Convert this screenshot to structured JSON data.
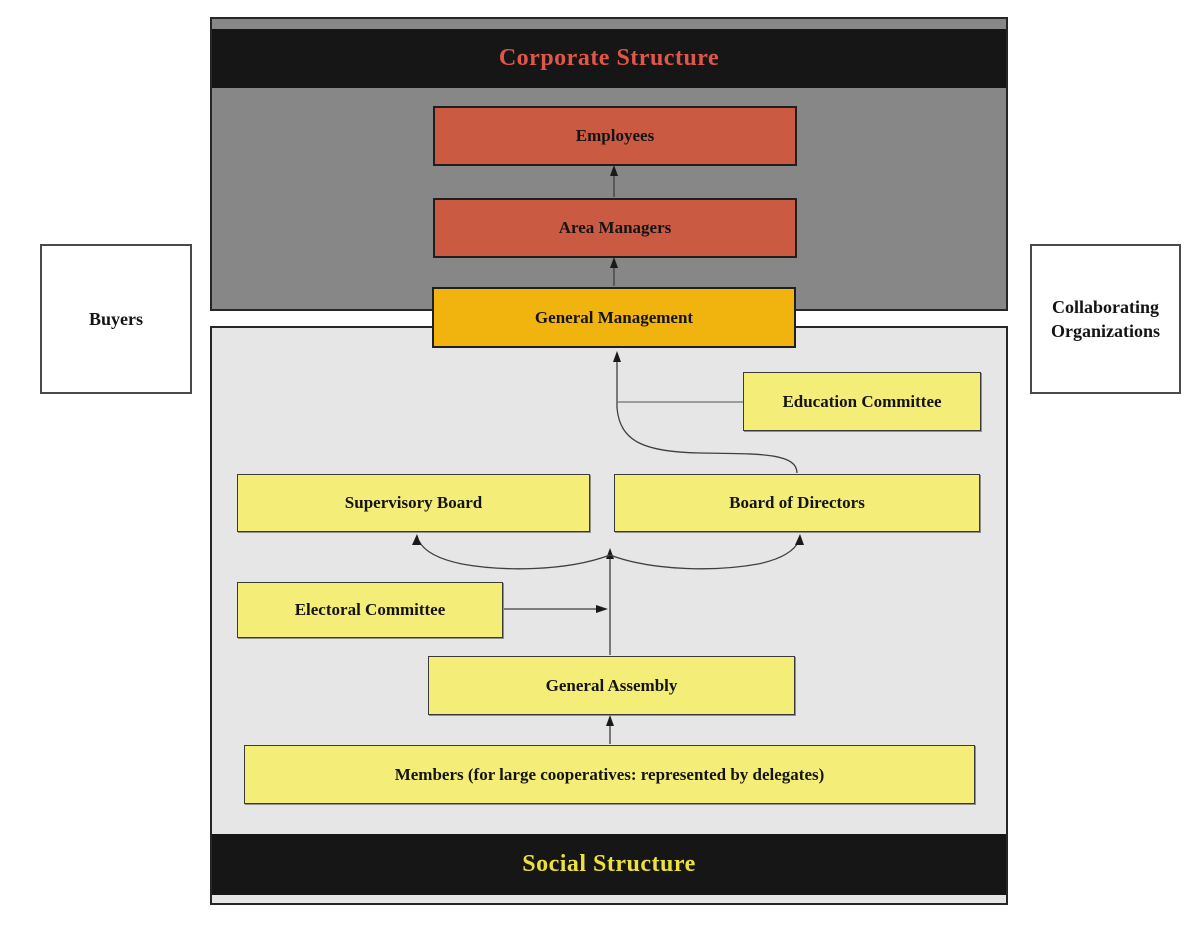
{
  "panels": {
    "corporate": {
      "title": "Corporate Structure",
      "title_color": "#e0564a",
      "background": "#878787",
      "banner_background": "#161616"
    },
    "social": {
      "title": "Social Structure",
      "title_color": "#ece13a",
      "background": "#e6e6e6",
      "banner_background": "#161616"
    }
  },
  "nodes": {
    "employees": {
      "label": "Employees",
      "fill": "#cb5a43"
    },
    "area_managers": {
      "label": "Area Managers",
      "fill": "#cb5a43"
    },
    "general_management": {
      "label": "General Management",
      "fill": "#f1b30d"
    },
    "education_committee": {
      "label": "Education Committee",
      "fill": "#f4ee78"
    },
    "supervisory_board": {
      "label": "Supervisory Board",
      "fill": "#f4ee78"
    },
    "board_of_directors": {
      "label": "Board of Directors",
      "fill": "#f4ee78"
    },
    "electoral_committee": {
      "label": "Electoral Committee",
      "fill": "#f4ee78"
    },
    "general_assembly": {
      "label": "General Assembly",
      "fill": "#f4ee78"
    },
    "members": {
      "label": "Members (for large cooperatives: represented by delegates)",
      "fill": "#f4ee78"
    }
  },
  "external": {
    "buyers": {
      "label": "Buyers"
    },
    "collaborating_organizations": {
      "label": "Collaborating Organizations"
    }
  },
  "edges": [
    {
      "from": "members",
      "to": "general_assembly",
      "type": "arrow-up"
    },
    {
      "from": "electoral_committee",
      "to": "general_assembly_line",
      "type": "arrow-right"
    },
    {
      "from": "general_assembly",
      "to": "supervisory_board",
      "type": "curved-arrow"
    },
    {
      "from": "general_assembly",
      "to": "board_of_directors",
      "type": "curved-arrow"
    },
    {
      "from": "board_of_directors",
      "to": "general_management",
      "type": "curved-arrow"
    },
    {
      "from": "education_committee",
      "to": "board_to_management_line",
      "type": "plain-line"
    },
    {
      "from": "general_management",
      "to": "area_managers",
      "type": "arrow-up"
    },
    {
      "from": "area_managers",
      "to": "employees",
      "type": "arrow-up"
    }
  ]
}
